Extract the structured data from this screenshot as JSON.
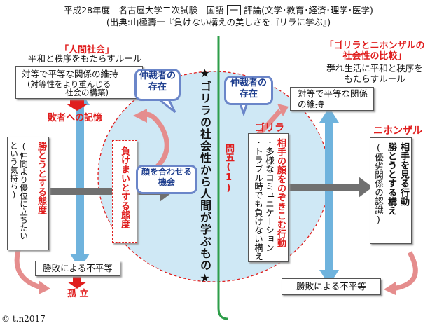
{
  "header": {
    "line1_a": "平成28年度　名古屋大学二次試験　国語",
    "line1_box": "一",
    "line1_b": "評論(文学･教育･経済･理学･医学)",
    "line2": "(出典:山極壽一『負けない構えの美しさをゴリラに学ぶ』)"
  },
  "left": {
    "title": "「人間社会」",
    "subtitle": "平和と秩序をもたらすルール",
    "box1_line1": "対等で平等な関係の維持",
    "box1_line2": "(対等性をより重んじる",
    "box1_line3": "社会の構築)",
    "defeated_memory": "敗者への記憶",
    "will_to_win": "勝とうとする態度",
    "will_to_win_sub": "(仲間より優位に立ちたいという気持ち)",
    "inequality": "勝敗による不平等",
    "isolation": "孤 立",
    "not_lose": "負けまいとする態度",
    "arbiter": "仲裁者の\n存在",
    "face": "顔を合わせる\n機会"
  },
  "center": {
    "theme": "★ゴリラの社会性から人間が学ぶもの★",
    "question": "問五(1)"
  },
  "right": {
    "title_line1": "「ゴリラとニホンザルの",
    "title_line2": "社会性の比較」",
    "subtitle_line1": "群れ生活に平和と秩序を",
    "subtitle_line2": "もたらすルール",
    "box1_line1": "対等で平等な関係",
    "box1_line2": "の維持",
    "arbiter": "仲裁者の\n存在",
    "gorilla": "ゴリラ",
    "monkey": "ニホンザル",
    "gorilla_col1": "相手の顔をのぞきこむ行動",
    "gorilla_col2": "･多様なコミュニケーション",
    "gorilla_col3": "･トラブル時でも負けない構え",
    "monkey_col1": "相手を見る行動",
    "monkey_col2": "勝とうとする構え",
    "monkey_col3": "(優劣関係の認識)",
    "inequality": "勝敗による不平等"
  },
  "copyright": "© t.n2017",
  "colors": {
    "accent_red": "#e01e1e",
    "circle_fill": "#cfe8f5",
    "green_line": "#2e9e4a",
    "arrow_blue": "#6fb3dd",
    "bubble_border": "#6b86c9",
    "curve_pink": "#e58d8d"
  }
}
